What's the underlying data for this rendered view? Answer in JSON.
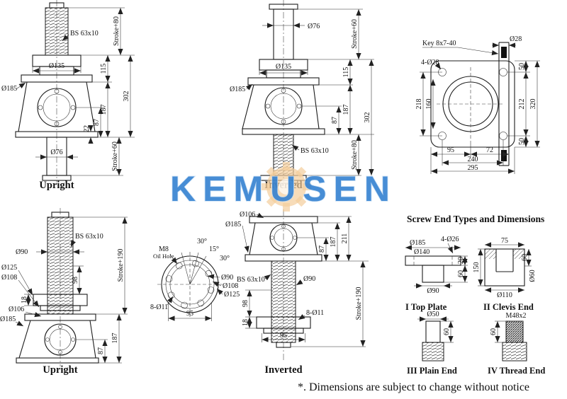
{
  "watermark": {
    "text": "KEMUSEN"
  },
  "footer": {
    "note": "*. Dimensions are subject to change without notice"
  },
  "upright_top": {
    "caption": "Upright",
    "bs": "BS 63x10",
    "stroke_screw": "Stroke+80",
    "d135": "Ø135",
    "d185": "Ø185",
    "dim115": "115",
    "dim302": "302",
    "dim187": "187",
    "dim87": "87",
    "dim22": "22",
    "d76": "Ø76",
    "stroke_tube": "Stroke+60"
  },
  "inverted_top": {
    "caption": "Inverted",
    "d76": "Ø76",
    "stroke_tube": "Stroke+60",
    "d135": "Ø135",
    "d185": "Ø185",
    "dim115": "115",
    "dim302": "302",
    "dim187": "187",
    "dim87": "87",
    "bs": "BS 63x10",
    "stroke_screw": "Stroke+80"
  },
  "flange_view": {
    "key": "Key 8x7-40",
    "d28": "Ø28",
    "holes": "4-Ø28",
    "dim50_top": "50",
    "dim218": "218",
    "dim160": "160",
    "dim212": "212",
    "dim320": "320",
    "dim50_bottom": "50",
    "dim95": "95",
    "dim72": "72",
    "dim240": "240",
    "dim295": "295"
  },
  "upright_bottom": {
    "caption": "Upright",
    "bs": "BS 63x10",
    "stroke": "Stroke+190",
    "d90": "Ø90",
    "d125": "Ø125",
    "d108": "Ø108",
    "dim98": "98",
    "dim18": "18",
    "d106": "Ø106",
    "d185": "Ø185",
    "dim187": "187",
    "dim87": "87"
  },
  "detail_view": {
    "angle30a": "30°",
    "angle15": "15°",
    "angle30b": "30°",
    "m8": "M8",
    "oil_hole": "Oil Hole",
    "d90": "Ø90",
    "d108": "Ø108",
    "d125": "Ø125",
    "holes": "8-Ø11",
    "dim95": "95"
  },
  "inverted_bottom": {
    "caption": "Inverted",
    "d106": "Ø106",
    "d185": "Ø185",
    "dim211": "211",
    "dim187": "187",
    "dim87": "87",
    "bs": "BS 63x10",
    "d90": "Ø90",
    "dim98": "98",
    "dim18": "18",
    "holes": "8-Ø11",
    "dim95": "95",
    "stroke": "Stroke+190"
  },
  "end_types": {
    "heading": "Screw End Types and Dimensions",
    "top_plate": {
      "caption": "I  Top Plate",
      "d185": "Ø185",
      "holes": "4-Ø26",
      "d140": "Ø140",
      "d90": "Ø90",
      "dim20": "20",
      "dim60": "60"
    },
    "clevis": {
      "caption": "II  Clevis End",
      "dim75": "75",
      "dim60": "60",
      "dim150": "150",
      "d60": "Ø60",
      "d110": "Ø110"
    },
    "plain": {
      "caption": "III  Plain End",
      "d50": "Ø50",
      "dim60": "60"
    },
    "thread": {
      "caption": "IV  Thread End",
      "m48": "M48x2",
      "dim60": "60"
    }
  }
}
